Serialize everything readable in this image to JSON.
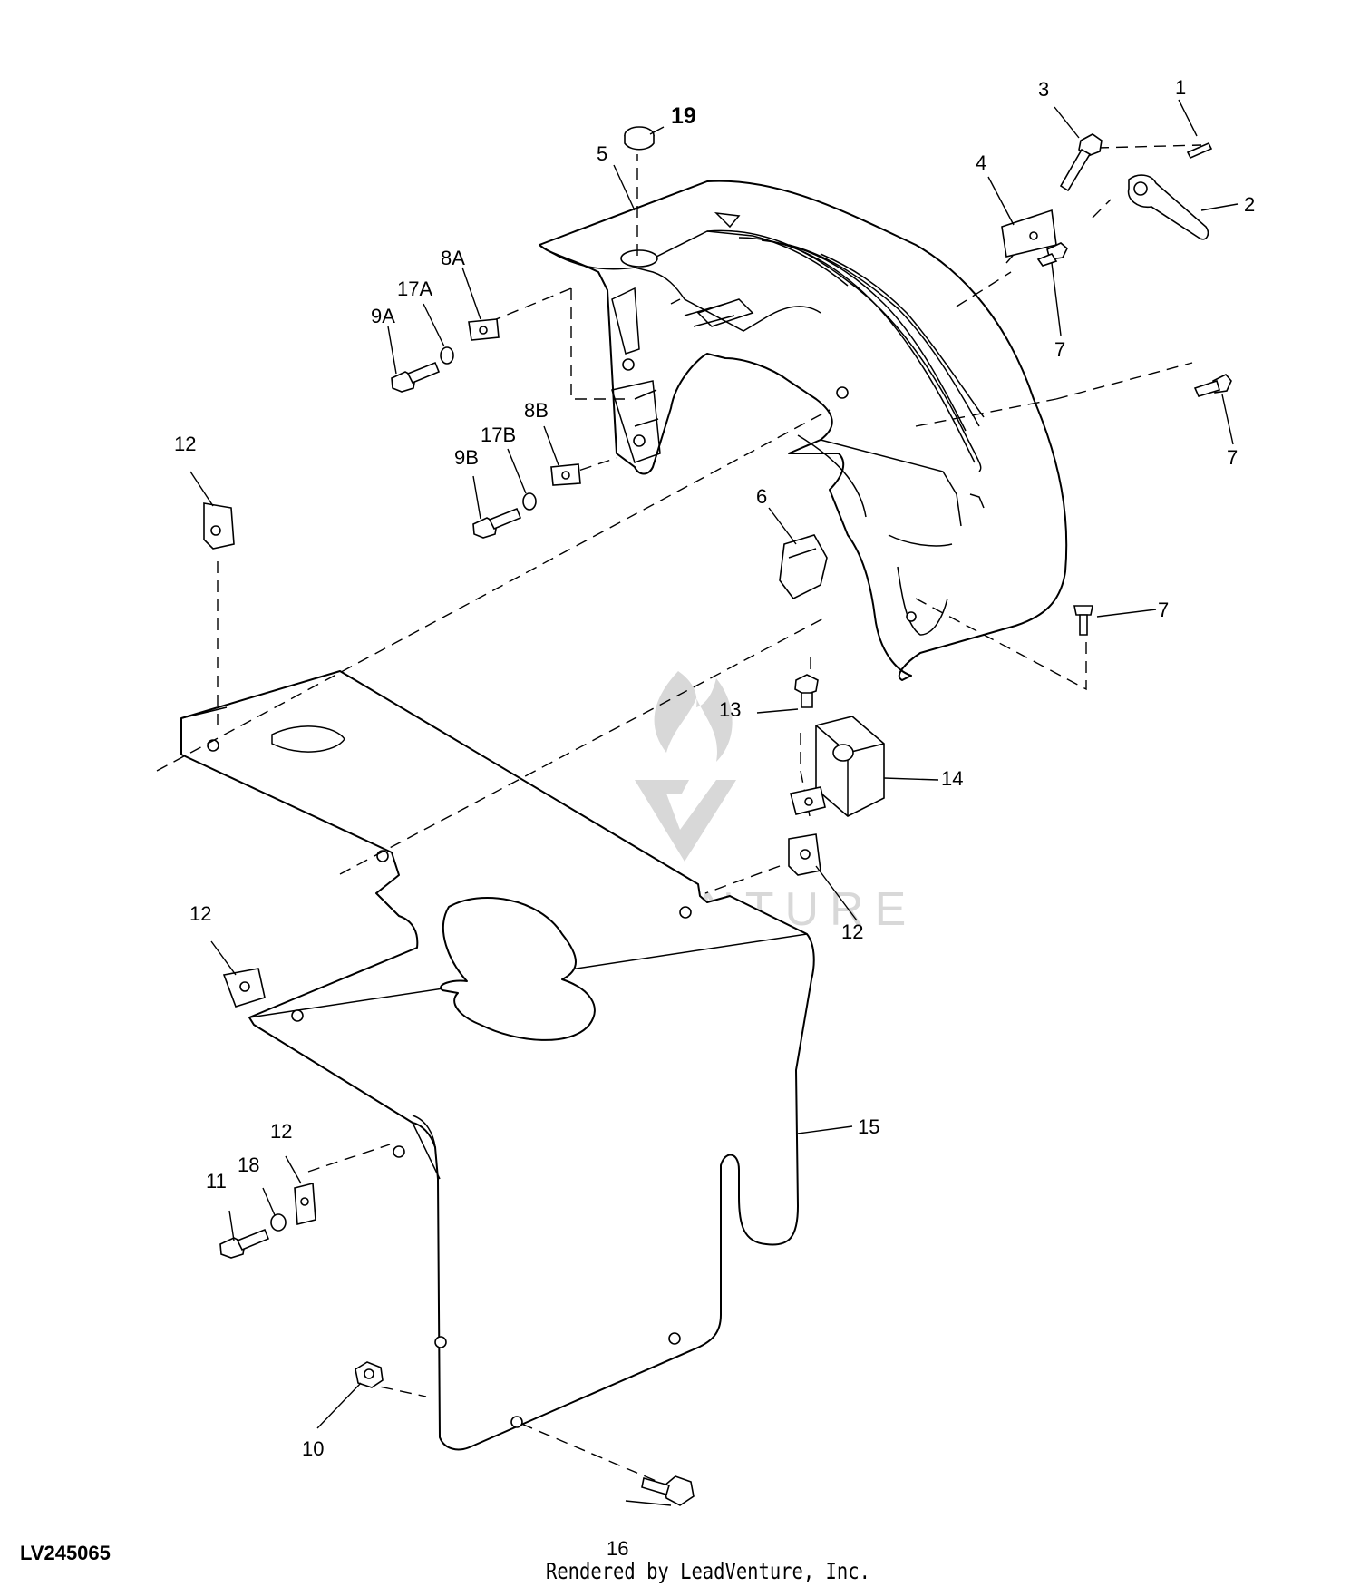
{
  "diagram": {
    "drawing_id": "LV245065",
    "rendered_by": "Rendered by LeadVenture, Inc.",
    "watermark": "LEADVENTURE",
    "callouts": {
      "c1": "1",
      "c2": "2",
      "c3": "3",
      "c4": "4",
      "c5": "5",
      "c6": "6",
      "c7a": "7",
      "c7b": "7",
      "c7c": "7",
      "c8a": "8A",
      "c8b": "8B",
      "c9a": "9A",
      "c9b": "9B",
      "c10": "10",
      "c11": "11",
      "c12a": "12",
      "c12b": "12",
      "c12c": "12",
      "c12d": "12",
      "c13": "13",
      "c14": "14",
      "c15": "15",
      "c16": "16",
      "c17a": "17A",
      "c17b": "17B",
      "c18": "18",
      "c19": "19"
    }
  }
}
